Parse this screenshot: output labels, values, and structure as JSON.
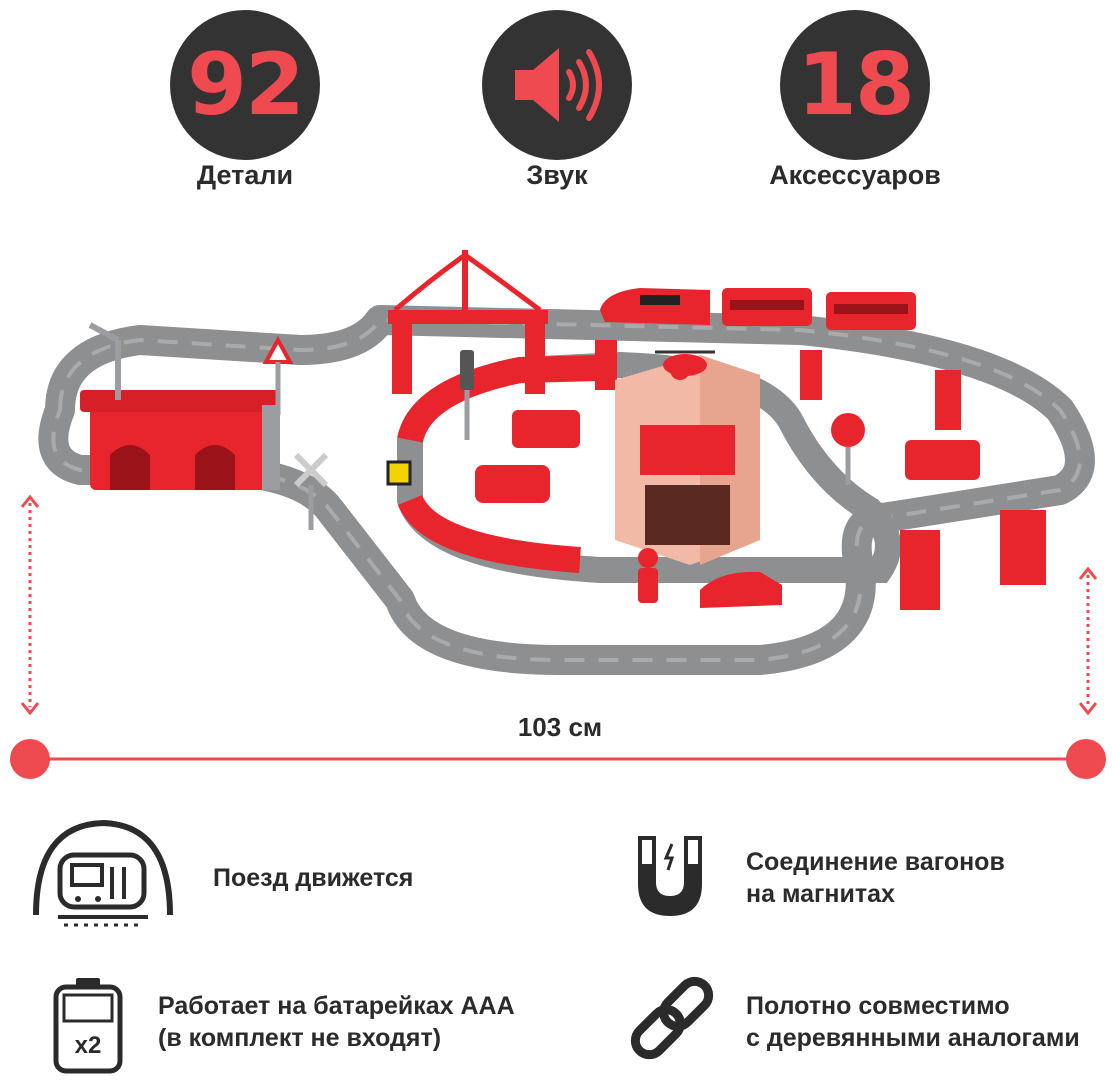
{
  "stats": {
    "parts": {
      "value": "92",
      "label": "Детали"
    },
    "sound": {
      "icon": "speaker-sound-icon",
      "label": "Звук"
    },
    "accessories": {
      "value": "18",
      "label": "Аксессуаров"
    }
  },
  "dimension": {
    "label": "103 см"
  },
  "features": [
    {
      "icon": "train-tunnel-icon",
      "line1": "Поезд движется",
      "line2": ""
    },
    {
      "icon": "magnet-icon",
      "line1": "Соединение вагонов",
      "line2": "на магнитах"
    },
    {
      "icon": "battery-icon",
      "line1": "Работает на батарейках AAA",
      "line2": "(в комплект не входят)"
    },
    {
      "icon": "chain-link-icon",
      "line1": "Полотно совместимо",
      "line2": "с деревянными аналогами"
    }
  ],
  "battery_badge": "x2",
  "colors": {
    "accent": "#ee4a50",
    "dark": "#333333",
    "track": "#8e8f91",
    "toy_red": "#e8252d"
  }
}
